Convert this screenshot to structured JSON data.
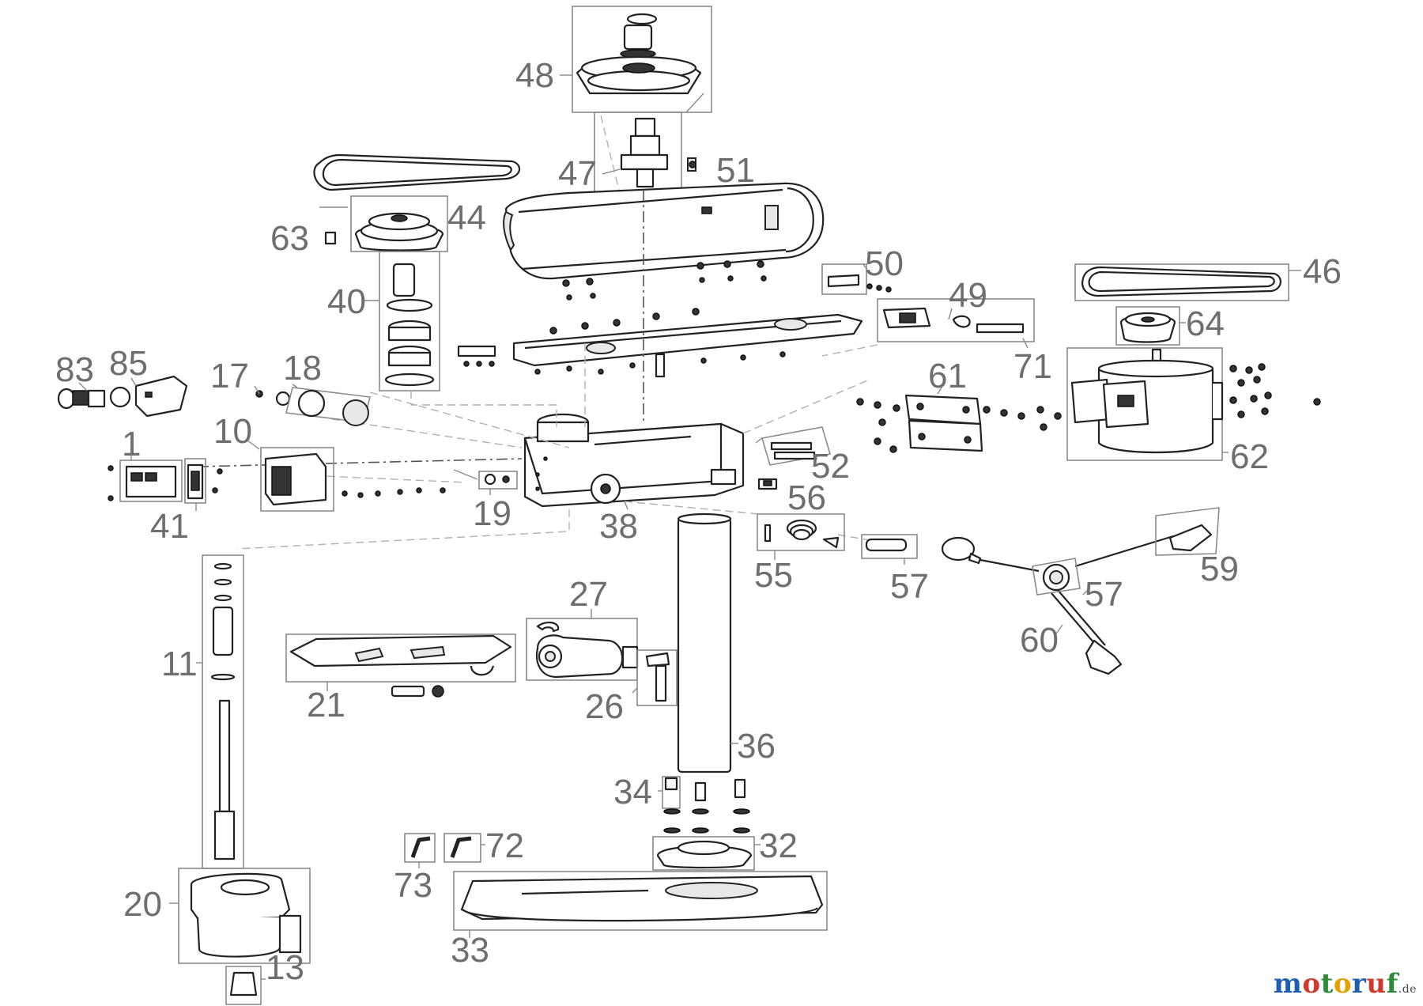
{
  "diagram": {
    "labels": {
      "p1": "1",
      "p10": "10",
      "p11": "11",
      "p13": "13",
      "p17": "17",
      "p18": "18",
      "p19": "19",
      "p20": "20",
      "p21": "21",
      "p26": "26",
      "p27": "27",
      "p32": "32",
      "p33": "33",
      "p34": "34",
      "p36": "36",
      "p38": "38",
      "p40": "40",
      "p41": "41",
      "p44": "44",
      "p46": "46",
      "p47": "47",
      "p48": "48",
      "p49": "49",
      "p50": "50",
      "p51": "51",
      "p52": "52",
      "p55": "55",
      "p56": "56",
      "p57a": "57",
      "p57b": "57",
      "p59": "59",
      "p60": "60",
      "p61": "61",
      "p62": "62",
      "p63": "63",
      "p64": "64",
      "p71": "71",
      "p72": "72",
      "p73": "73",
      "p83": "83",
      "p85": "85"
    }
  },
  "watermark": {
    "brand_letters": [
      "m",
      "o",
      "t",
      "o",
      "r",
      "u",
      "f"
    ],
    "brand_colors": [
      "#1f5fb0",
      "#d0392b",
      "#2e8b3a",
      "#e6a100",
      "#1f5fb0",
      "#d0392b",
      "#2e8b3a"
    ],
    "suffix": ".de"
  }
}
